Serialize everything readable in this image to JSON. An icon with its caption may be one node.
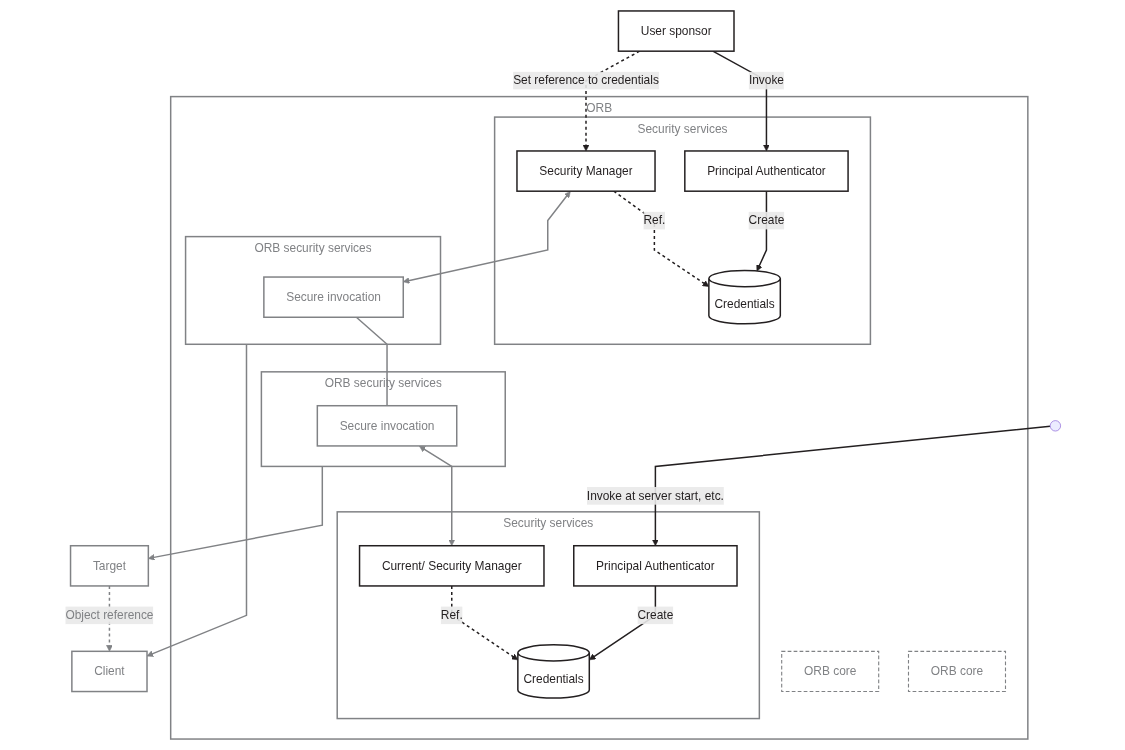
{
  "diagram": {
    "nodes": [
      {
        "text": [
          "User sponsor"
        ]
      },
      {
        "text": [
          "Client"
        ]
      },
      {
        "text": [
          "Target"
        ]
      },
      {
        "text": [
          "ORB"
        ]
      },
      {
        "text": [
          "Security services"
        ],
        "in": 3
      },
      {
        "text": [
          "Principal Authenticator"
        ],
        "in": 4
      },
      {
        "text": [
          "Security Manager"
        ],
        "in": 4
      },
      {
        "text": [
          "Credentials"
        ],
        "in": 4
      },
      {
        "text": [
          "ORB security services"
        ],
        "in": 3
      },
      {
        "text": [
          "Secure invocation"
        ],
        "in": 8
      },
      {
        "text": [
          "ORB core"
        ],
        "in": 3
      },
      {
        "text": [
          "ORB security services"
        ],
        "in": 3
      },
      {
        "text": [
          "Secure invocation"
        ],
        "in": 11
      },
      {
        "text": [
          "ORB core"
        ],
        "in": 3
      },
      {
        "text": [
          "Security services"
        ],
        "in": 3
      },
      {
        "text": [
          "Principal Authenticator"
        ],
        "in": 14
      },
      {
        "text": [
          "Current/ Security Manager"
        ],
        "in": 14
      },
      {
        "text": [
          "Credentials"
        ],
        "in": 14
      }
    ],
    "edges": [
      {
        "from": 2,
        "to": 1,
        "arrow": "to",
        "label": "Object reference",
        "style": "dashed",
        "color": "#808285"
      },
      {
        "from": 0,
        "to": 5,
        "arrow": "to",
        "label": "Invoke"
      },
      {
        "from": 0,
        "to": 6,
        "arrow": "to",
        "label": "Set reference to credentials",
        "style": "dashed"
      },
      {
        "from": 8,
        "to": 1,
        "arrow": "to",
        "color": "#808285"
      },
      {
        "from": 11,
        "to": 2,
        "arrow": "to",
        "color": "#808285"
      },
      {
        "from": 5,
        "to": 7,
        "arrow": "to",
        "label": "Create"
      },
      {
        "from": 6,
        "to": 7,
        "arrow": "to",
        "label": "Ref.",
        "style": "dashed"
      },
      {
        "from": 6,
        "to": 9,
        "arrow": "both",
        "color": "#808285"
      },
      {
        "from": 9,
        "to": 12,
        "arrow": "none",
        "color": "#808285"
      },
      {
        "from": 12,
        "to": 16,
        "arrow": "both",
        "color": "#808285"
      },
      {
        "from": null,
        "to": 15,
        "arrow": "to",
        "label": "Invoke at server start, etc."
      },
      {
        "from": 15,
        "to": 17,
        "arrow": "to",
        "label": "Create"
      },
      {
        "from": 16,
        "to": 17,
        "arrow": "to",
        "label": "Ref.",
        "style": "dashed"
      }
    ]
  }
}
